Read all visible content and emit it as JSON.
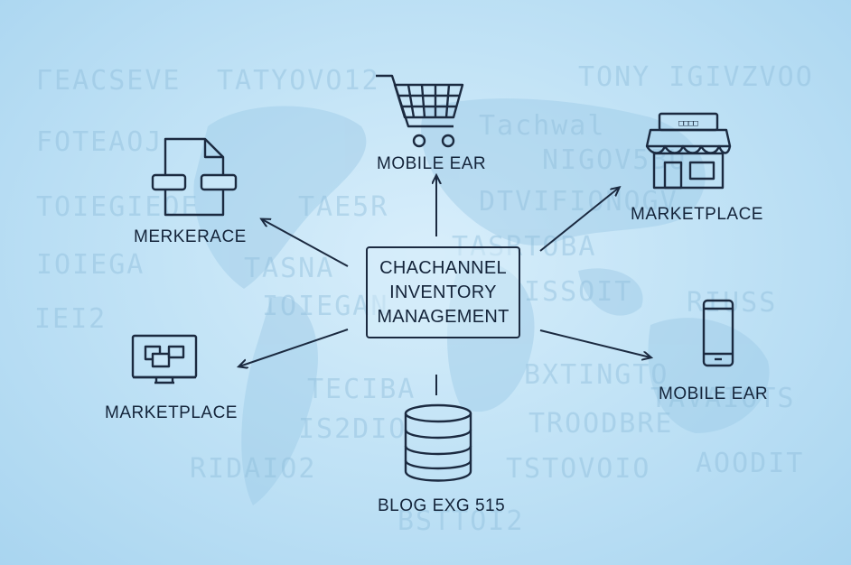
{
  "hub": {
    "lines": [
      "CHACHANNEL",
      "INVENTORY",
      "MANAGEMENT"
    ]
  },
  "nodes": {
    "top_center": {
      "label": "MOBILE EAR",
      "icon": "shopping-cart-icon"
    },
    "upper_left": {
      "label": "MERKERACE",
      "icon": "document-icon"
    },
    "upper_right": {
      "label": "MARKETPLACE",
      "icon": "storefront-icon"
    },
    "lower_left": {
      "label": "MARKETPLACE",
      "icon": "desktop-monitor-icon"
    },
    "lower_right": {
      "label": "MOBILE EAR",
      "icon": "smartphone-icon"
    },
    "bottom_center": {
      "label": "BLOG EXG 515",
      "icon": "database-icon"
    }
  },
  "background_text": [
    "ΓΕΑCSEVE",
    "TATYOVO12",
    "TONY  IGIVZVOO",
    "FOTEAOJ",
    "Tachwal",
    "NIGOV5BU",
    "TAE5R",
    "DTVIFIONOGV",
    "TOIEGIEOE",
    "TASRTOBA",
    "IOIEGA",
    "TASNA",
    "IOIEGAN",
    "ISSOIT",
    "IEI2",
    "RIUSS",
    "BXTINGTO",
    "TECIBA",
    "TROODBRE",
    "IS2DIO",
    "TAVAIOTS",
    "RIDAIO2",
    "TSTOVOIO",
    "AOODIT",
    "BSTTOI2"
  ],
  "colors": {
    "ink": "#1b2a40",
    "background": "#c2e3f6",
    "map": "#9cc9e6"
  }
}
